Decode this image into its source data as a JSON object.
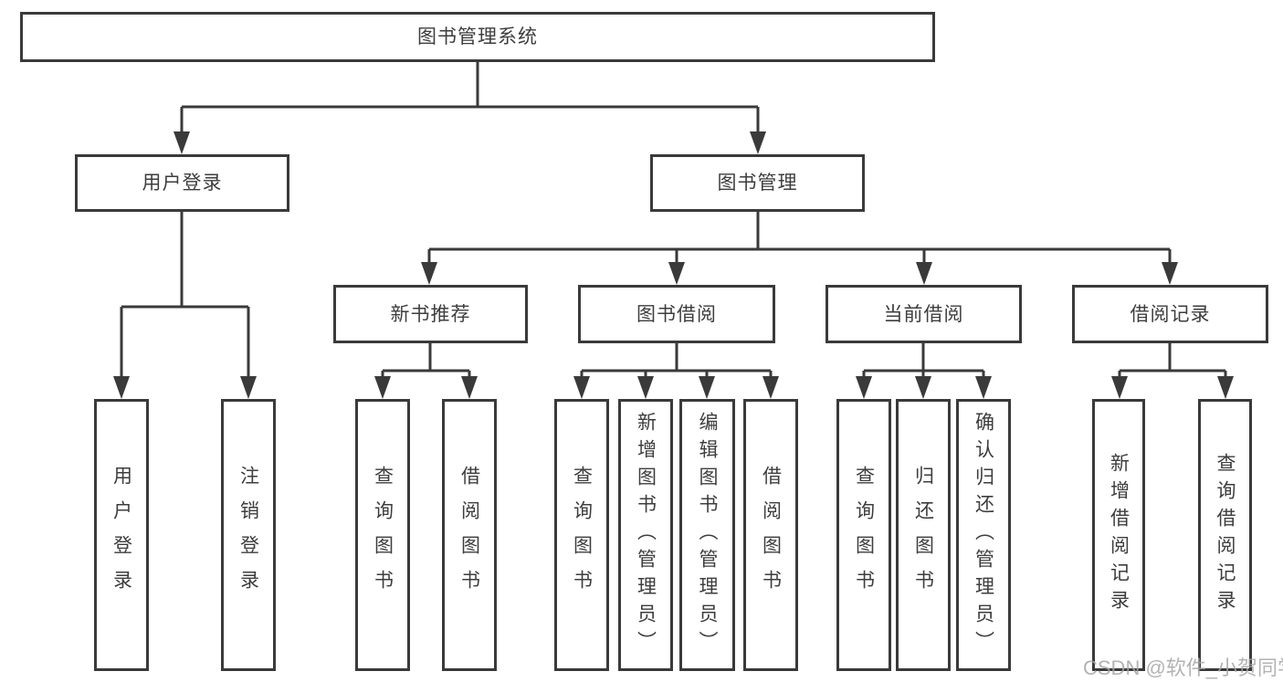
{
  "tree": {
    "root": {
      "label": "图书管理系统"
    },
    "branches": [
      {
        "label": "用户登录",
        "children": [
          {
            "label": "用户登录"
          },
          {
            "label": "注销登录"
          }
        ]
      },
      {
        "label": "图书管理",
        "children": [
          {
            "label": "新书推荐",
            "children": [
              {
                "label": "查询图书"
              },
              {
                "label": "借阅图书"
              }
            ]
          },
          {
            "label": "图书借阅",
            "children": [
              {
                "label": "查询图书"
              },
              {
                "label": "新增图书（管理员）"
              },
              {
                "label": "编辑图书（管理员）"
              },
              {
                "label": "借阅图书"
              }
            ]
          },
          {
            "label": "当前借阅",
            "children": [
              {
                "label": "查询图书"
              },
              {
                "label": "归还图书"
              },
              {
                "label": "确认归还（管理员）"
              }
            ]
          },
          {
            "label": "借阅记录",
            "children": [
              {
                "label": "新增借阅记录"
              },
              {
                "label": "查询借阅记录"
              }
            ]
          }
        ]
      }
    ]
  },
  "watermark": {
    "text": "CSDN @软件_小贺同学"
  },
  "colors": {
    "line": "#3a3a3a",
    "text": "#3d3d3d",
    "background": "#ffffff",
    "watermark": "#a6a6a6"
  }
}
